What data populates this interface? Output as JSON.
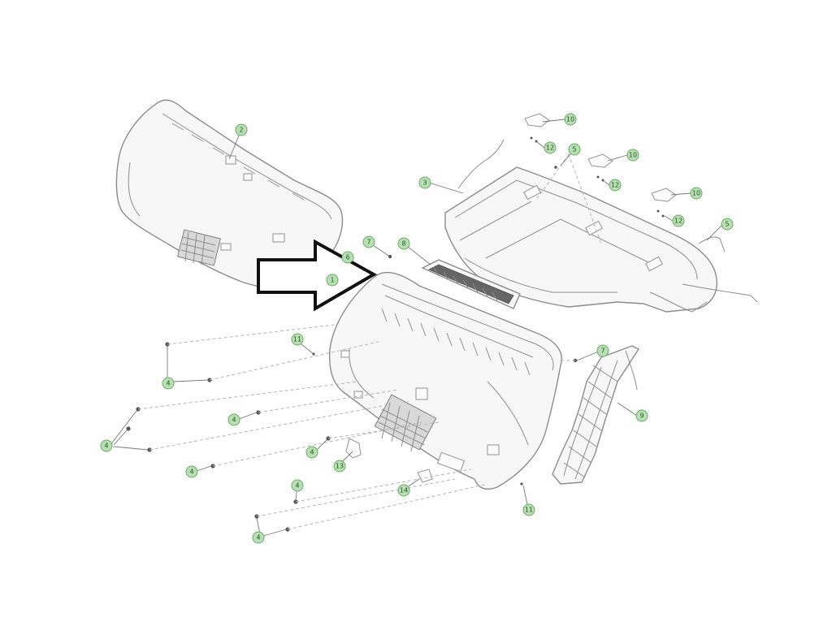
{
  "callouts": [
    {
      "id": "c2",
      "label": "2"
    },
    {
      "id": "c3",
      "label": "3"
    },
    {
      "id": "c10a",
      "label": "10"
    },
    {
      "id": "c12a",
      "label": "12"
    },
    {
      "id": "c5a",
      "label": "5"
    },
    {
      "id": "c10b",
      "label": "10"
    },
    {
      "id": "c12b",
      "label": "12"
    },
    {
      "id": "c10c",
      "label": "10"
    },
    {
      "id": "c12c",
      "label": "12"
    },
    {
      "id": "c5b",
      "label": "5"
    },
    {
      "id": "c7a",
      "label": "7"
    },
    {
      "id": "c8",
      "label": "8"
    },
    {
      "id": "c6",
      "label": "6"
    },
    {
      "id": "c1",
      "label": "1"
    },
    {
      "id": "c11a",
      "label": "11"
    },
    {
      "id": "c7b",
      "label": "7"
    },
    {
      "id": "c9",
      "label": "9"
    },
    {
      "id": "c4a",
      "label": "4"
    },
    {
      "id": "c4b",
      "label": "4"
    },
    {
      "id": "c4c",
      "label": "4"
    },
    {
      "id": "c4d",
      "label": "4"
    },
    {
      "id": "c13",
      "label": "13"
    },
    {
      "id": "c4e",
      "label": "4"
    },
    {
      "id": "c4f",
      "label": "4"
    },
    {
      "id": "c14",
      "label": "14"
    },
    {
      "id": "c11b",
      "label": "11"
    },
    {
      "id": "c4g",
      "label": "4"
    }
  ],
  "colors": {
    "callout_fill": "#b7e0b2",
    "callout_stroke": "#6fa86a",
    "line_art": "#8c8c8c",
    "arrow_outline": "#111111"
  },
  "icons": {
    "pointer": "arrow-right-icon"
  }
}
